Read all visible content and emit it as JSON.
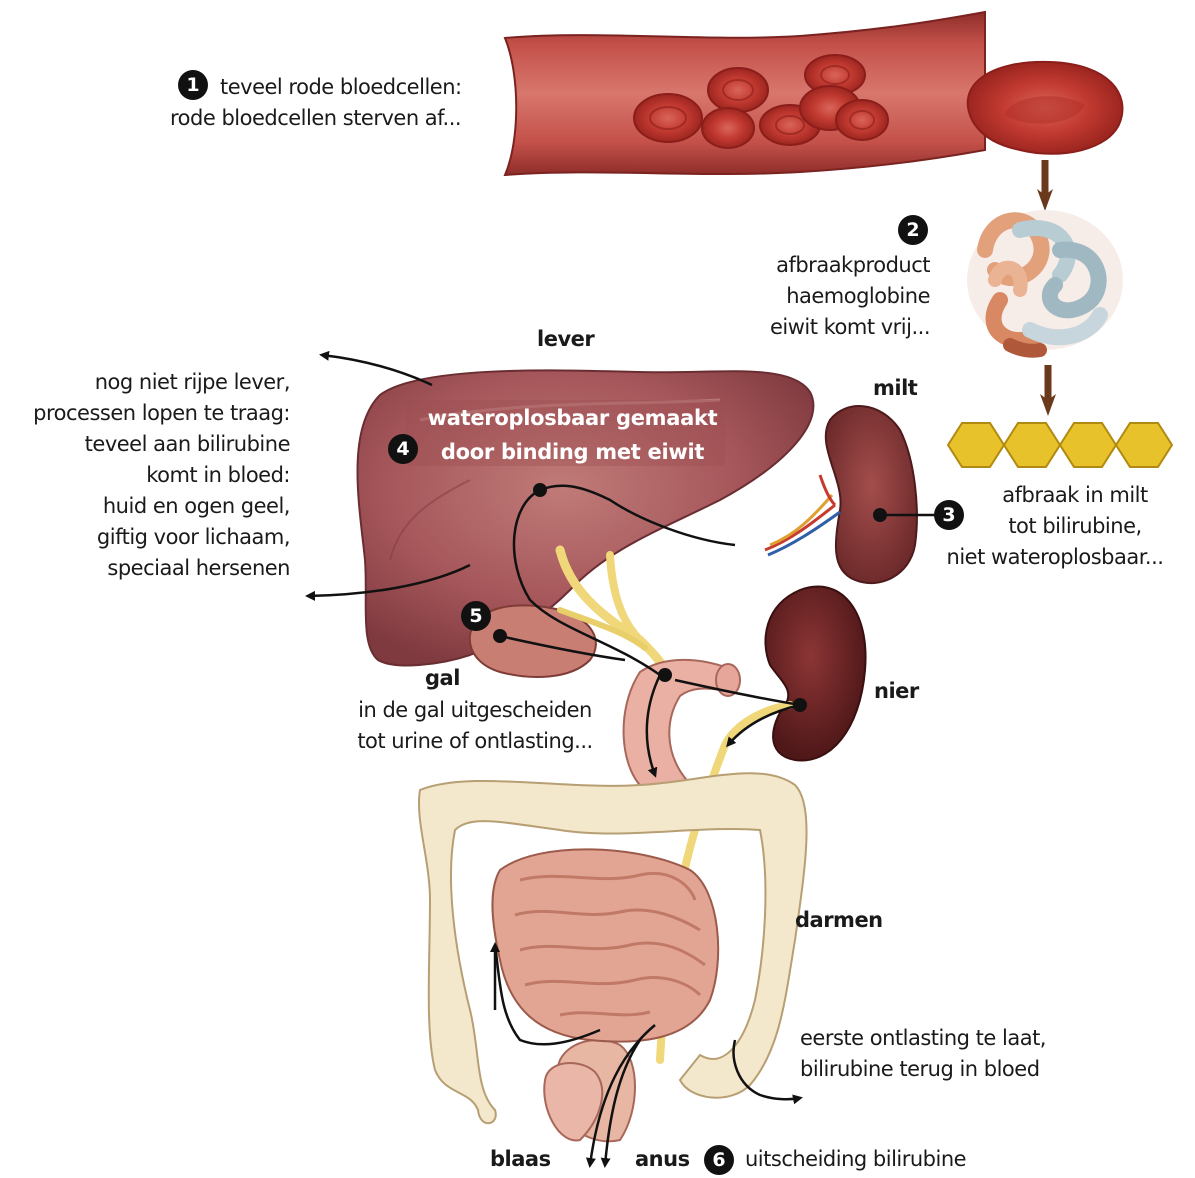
{
  "steps": {
    "s1": {
      "num": "1",
      "line1": "teveel rode bloedcellen:",
      "line2": "rode bloedcellen sterven af..."
    },
    "s2": {
      "num": "2",
      "line1": "afbraakproduct",
      "line2": "haemoglobine",
      "line3": "eiwit komt vrij..."
    },
    "s3": {
      "num": "3",
      "line1": "afbraak in milt",
      "line2": "tot bilirubine,",
      "line3": "niet wateroplosbaar..."
    },
    "s4": {
      "num": "4",
      "line1": "wateroplosbaar gemaakt",
      "line2": "door binding met eiwit"
    },
    "s5": {
      "num": "5",
      "line1": "in de gal uitgescheiden",
      "line2": "tot urine of ontlasting..."
    },
    "s6": {
      "num": "6",
      "text": "uitscheiding bilirubine"
    }
  },
  "organs": {
    "lever": "lever",
    "milt": "milt",
    "gal": "gal",
    "nier": "nier",
    "darmen": "darmen",
    "blaas": "blaas",
    "anus": "anus"
  },
  "notes": {
    "liver_side": [
      "nog niet rijpe lever,",
      "processen lopen te traag:",
      "teveel aan bilirubine",
      "komt in bloed:",
      "huid en ogen geel,",
      "giftig voor lichaam,",
      "speciaal hersenen"
    ],
    "late": {
      "line1": "eerste ontlasting te laat,",
      "line2": "bilirubine terug in bloed"
    }
  },
  "colors": {
    "vessel": "#b8423c",
    "rbc": "#c7382f",
    "liver": "#a5565a",
    "spleen": "#7e3436",
    "kidney": "#6a2426",
    "bile": "#f0d77a",
    "bilirubin": "#e8c22a",
    "colon": "#f2e6c9",
    "small_intestine": "#e3a593"
  }
}
